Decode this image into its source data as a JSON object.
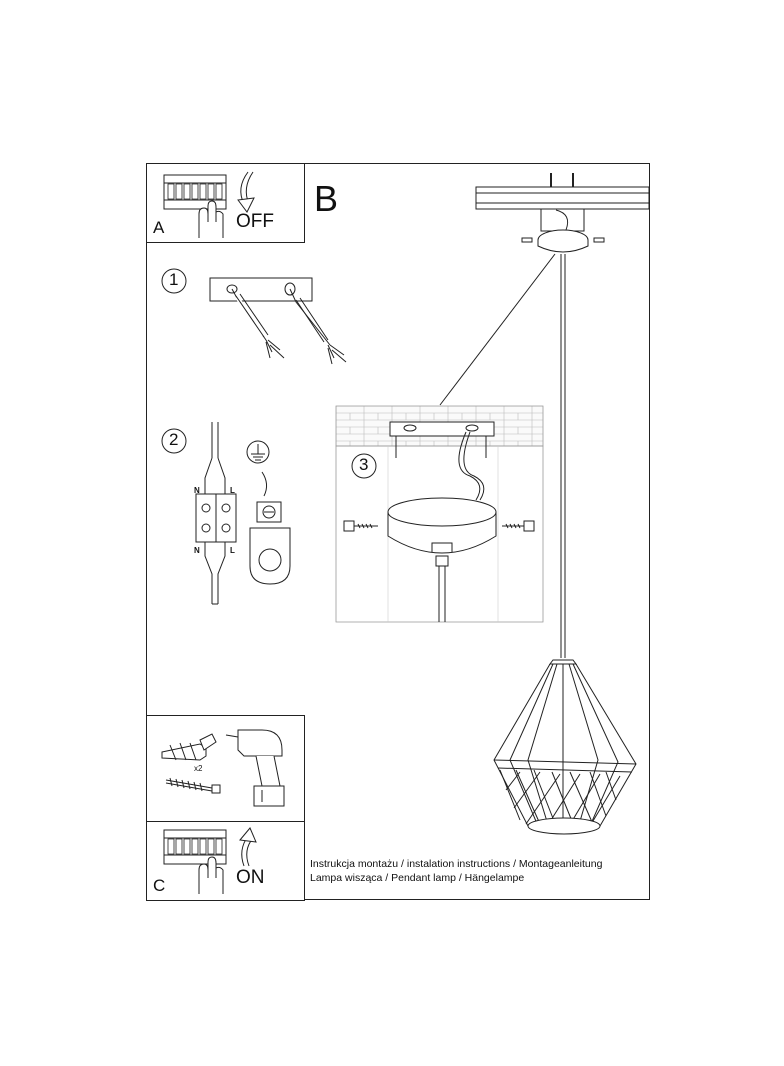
{
  "panels": {
    "a": {
      "letter": "A",
      "action": "OFF"
    },
    "b": {
      "letter": "B"
    },
    "c": {
      "letter": "C",
      "action": "ON"
    }
  },
  "steps": [
    {
      "number": "1"
    },
    {
      "number": "2",
      "labels": {
        "top_left": "N",
        "top_right": "L",
        "bottom_left": "N",
        "bottom_right": "L"
      }
    },
    {
      "number": "3"
    }
  ],
  "tools": {
    "quantity": "x2"
  },
  "caption": {
    "line1": "Instrukcja montażu / instalation instructions / Montageanleitung",
    "line2": "Lampa wisząca / Pendant lamp / Hängelampe"
  }
}
